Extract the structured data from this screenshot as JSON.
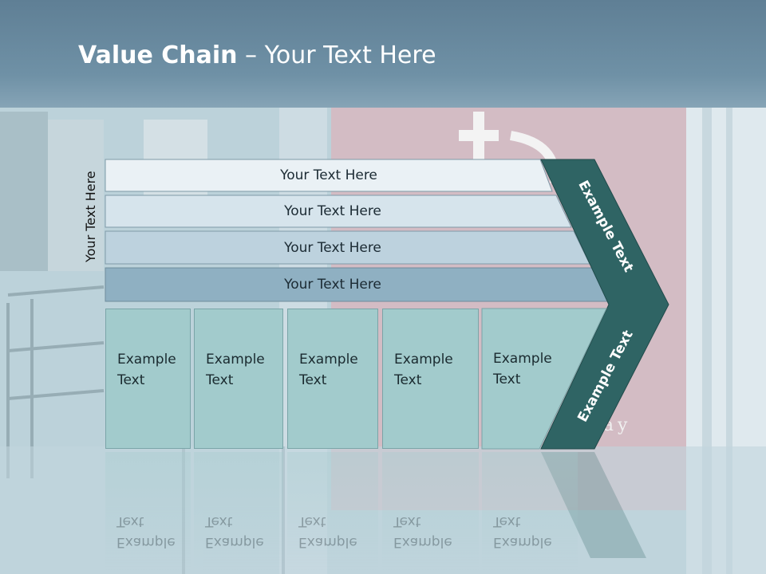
{
  "title": {
    "bold": "Value Chain",
    "rest": " – Your Text Here"
  },
  "side_label": "Your Text Here",
  "bars": [
    "Your Text Here",
    "Your Text Here",
    "Your Text Here",
    "Your Text Here"
  ],
  "boxes": [
    {
      "line1": "Example",
      "line2": "Text"
    },
    {
      "line1": "Example",
      "line2": "Text"
    },
    {
      "line1": "Example",
      "line2": "Text"
    },
    {
      "line1": "Example",
      "line2": "Text"
    },
    {
      "line1": "Example",
      "line2": "Text"
    }
  ],
  "arrow": {
    "top_label": "Example Text",
    "bottom_label": "Example Text"
  },
  "colors": {
    "title_bar": "#6a8ba0",
    "arrow": "#2f6464",
    "box": "#a2cbcc",
    "bar_light": "#eaf1f5",
    "bar_dark": "#8fb0c2"
  }
}
